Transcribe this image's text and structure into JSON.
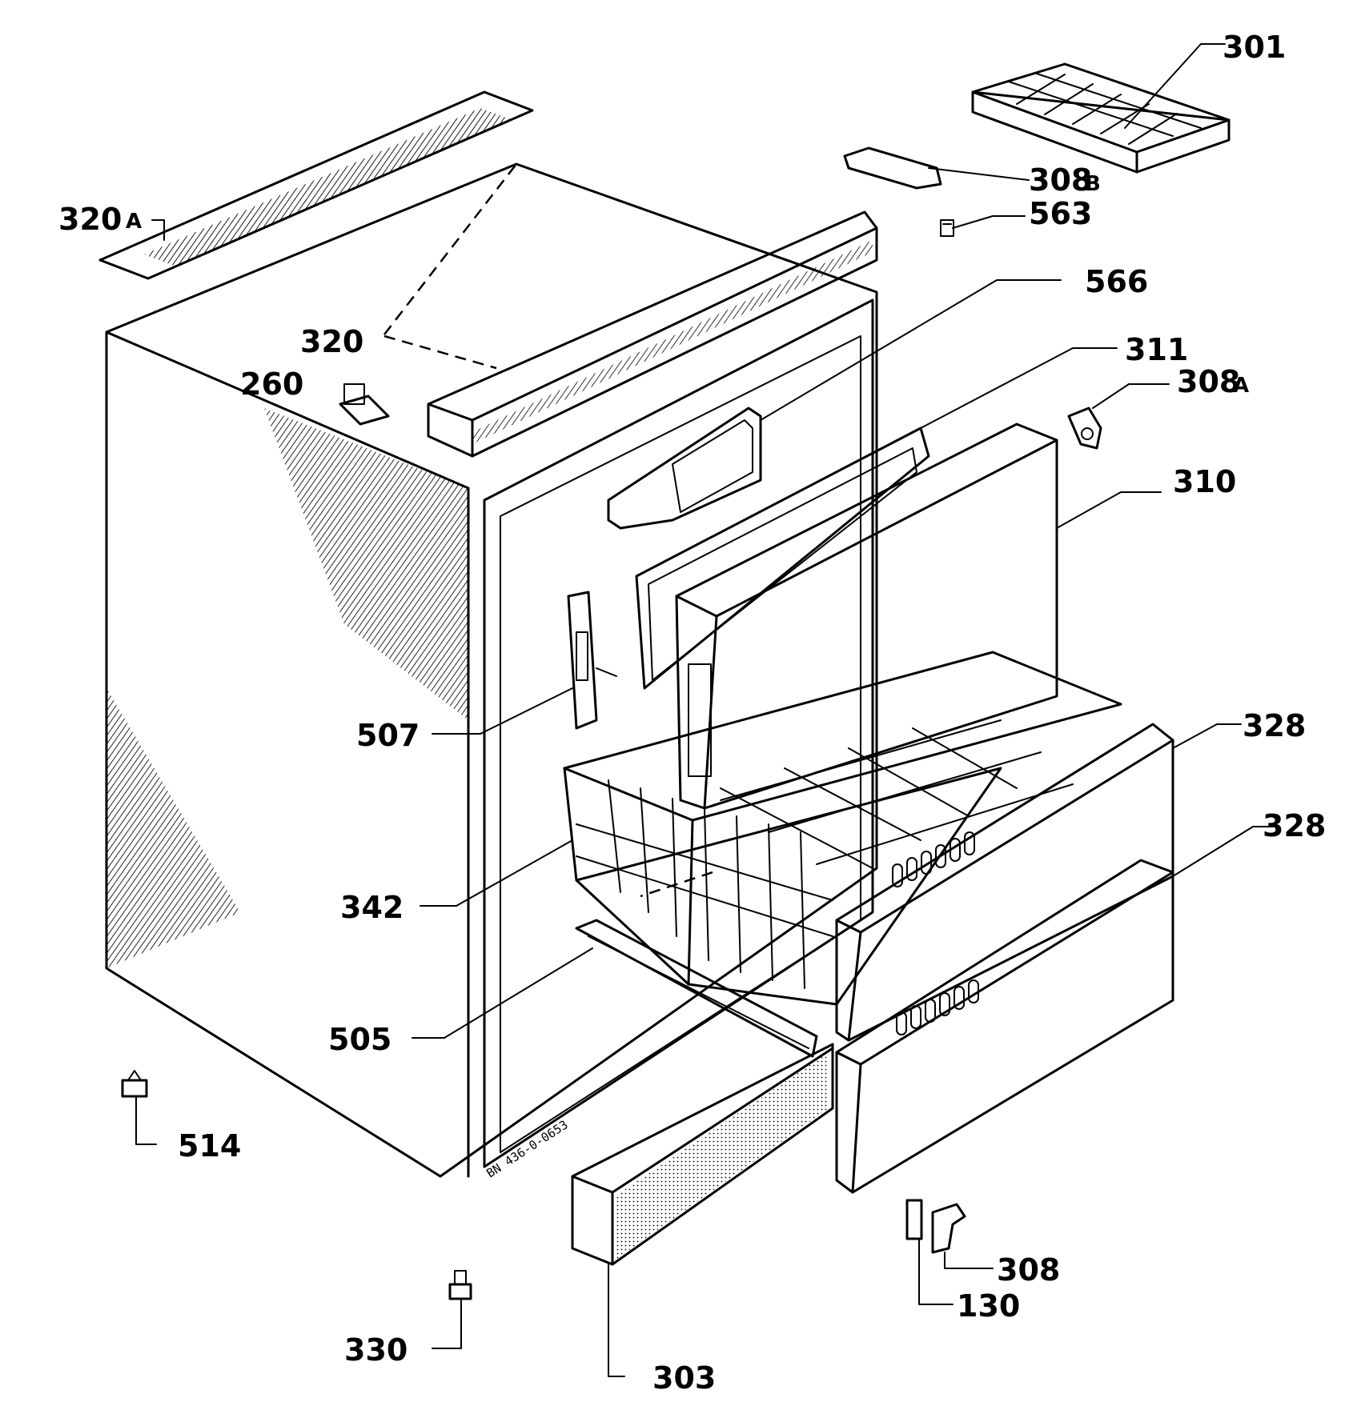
{
  "diagram": {
    "drawing_code": "BN 436-0-0653",
    "callouts": [
      {
        "id": "301",
        "text": "301"
      },
      {
        "id": "308b",
        "text": "308",
        "suffix": "B"
      },
      {
        "id": "563",
        "text": "563"
      },
      {
        "id": "566",
        "text": "566"
      },
      {
        "id": "311",
        "text": "311"
      },
      {
        "id": "308a",
        "text": "308",
        "suffix": "A"
      },
      {
        "id": "310",
        "text": "310"
      },
      {
        "id": "328a",
        "text": "328"
      },
      {
        "id": "328b",
        "text": "328"
      },
      {
        "id": "320a",
        "text": "320",
        "suffix": "A"
      },
      {
        "id": "320",
        "text": "320"
      },
      {
        "id": "260",
        "text": "260"
      },
      {
        "id": "507",
        "text": "507"
      },
      {
        "id": "342",
        "text": "342"
      },
      {
        "id": "505",
        "text": "505"
      },
      {
        "id": "514",
        "text": "514"
      },
      {
        "id": "330",
        "text": "330"
      },
      {
        "id": "303",
        "text": "303"
      },
      {
        "id": "308",
        "text": "308"
      },
      {
        "id": "130",
        "text": "130"
      }
    ]
  }
}
